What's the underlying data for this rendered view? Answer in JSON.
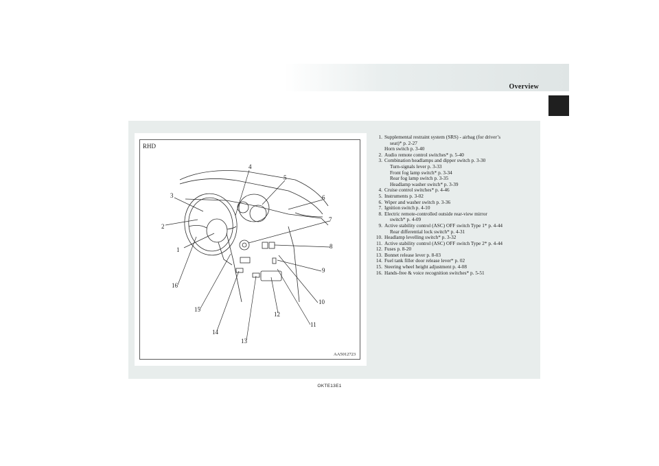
{
  "header": {
    "section_title": "Overview"
  },
  "figure": {
    "label": "RHD",
    "code": "AA5012723",
    "callouts": [
      "1",
      "2",
      "3",
      "4",
      "5",
      "6",
      "7",
      "8",
      "9",
      "10",
      "11",
      "12",
      "13",
      "14",
      "15",
      "16"
    ]
  },
  "legend": [
    {
      "num": "1.",
      "lines": [
        "Supplemental restraint system (SRS) - airbag (for driver’s",
        "seat)* p. 2-27",
        "Horn switch p. 3-40"
      ]
    },
    {
      "num": "2.",
      "lines": [
        "Audio remote control switches* p. 5-40"
      ]
    },
    {
      "num": "3.",
      "lines": [
        "Combination headlamps and dipper switch p. 3-30",
        "Turn-signals lever p. 3-33",
        "Front fog lamp switch* p. 3-34",
        "Rear fog lamp switch p. 3-35",
        "Headlamp washer switch* p. 3-39"
      ]
    },
    {
      "num": "4.",
      "lines": [
        "Cruise control switches* p. 4-46"
      ]
    },
    {
      "num": "5.",
      "lines": [
        "Instruments p. 3-02"
      ]
    },
    {
      "num": "6.",
      "lines": [
        "Wiper and washer switch p. 3-36"
      ]
    },
    {
      "num": "7.",
      "lines": [
        "Ignition switch p. 4-10"
      ]
    },
    {
      "num": "8.",
      "lines": [
        "Electric remote-controlled outside rear-view mirror",
        "switch* p. 4-09"
      ]
    },
    {
      "num": "9.",
      "lines": [
        "Active stability control (ASC) OFF switch Type 1* p. 4-44",
        "Rear differential lock switch* p. 4-31"
      ]
    },
    {
      "num": "10.",
      "lines": [
        "Headlamp levelling switch* p. 3-32"
      ]
    },
    {
      "num": "11.",
      "lines": [
        "Active stability control (ASC) OFF switch Type 2* p. 4-44"
      ]
    },
    {
      "num": "12.",
      "lines": [
        "Fuses p. 8-20"
      ]
    },
    {
      "num": "13.",
      "lines": [
        "Bonnet release lever p. 8-03"
      ]
    },
    {
      "num": "14.",
      "lines": [
        "Fuel tank filler door release lever* p. 02"
      ]
    },
    {
      "num": "15.",
      "lines": [
        "Steering wheel height adjustment p. 4-08"
      ]
    },
    {
      "num": "16.",
      "lines": [
        "Hands-free & voice recognition switches* p. 5-51"
      ]
    }
  ],
  "footer": {
    "code": "OKTE13E1"
  }
}
